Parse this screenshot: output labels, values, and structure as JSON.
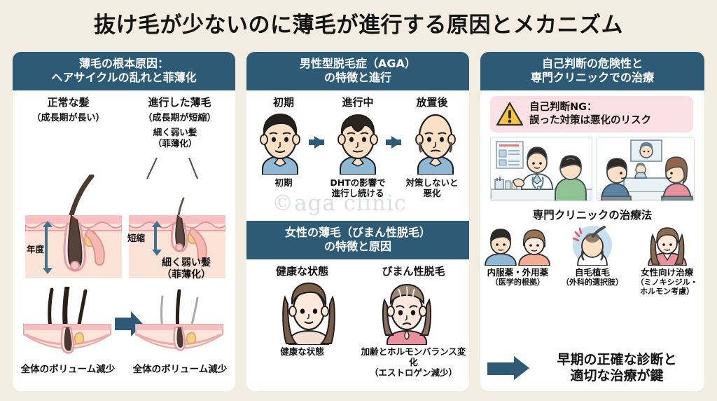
{
  "title": "抜け毛が少ないのに薄毛が進行する原因とメカニズム",
  "watermark": "©aga clinic",
  "colors": {
    "background": "#f2ede0",
    "panel": "#ffffff",
    "header": "#2d5b75",
    "accent_arrow": "#2d5b75",
    "warning_box": "#fbe0e6",
    "warning_icon": "#f5c542",
    "skin": "#fbe3d8",
    "epidermis": "#f7bfc2"
  },
  "panels": {
    "left": {
      "header": "薄毛の根本原因：\nヘアサイクルの乱れと菲薄化",
      "header_line1": "薄毛の根本原因：",
      "header_line2": "ヘアサイクルの乱れと菲薄化",
      "columns": [
        {
          "title": "正常な髪",
          "sub": "（成長期が長い）"
        },
        {
          "title": "進行した薄毛",
          "sub": "（成長期が短縮）"
        }
      ],
      "thin_note_line1": "細く弱い髪",
      "thin_note_line2": "（菲薄化）",
      "measure_normal": "年度",
      "measure_short": "短縮",
      "thin_caption_line1": "細く弱い髪",
      "thin_caption_line2": "（菲薄化）",
      "volume_left": "全体のボリューム減少",
      "volume_right": "全体のボリューム減少"
    },
    "middle": {
      "header_line1": "男性型脱毛症（AGA）",
      "header_line2": "の特徴と進行",
      "stages": [
        {
          "label": "初期",
          "caption": "初期"
        },
        {
          "label": "進行中",
          "caption": "DHTの影響で\n進行し続ける",
          "caption_l1": "DHTの影響で",
          "caption_l2": "進行し続ける"
        },
        {
          "label": "放置後",
          "caption": "対策しないと\n悪化",
          "caption_l1": "対策しないと",
          "caption_l2": "悪化"
        }
      ],
      "female_header_line1": "女性の薄毛（びまん性脱毛）",
      "female_header_line2": "の特徴と原因",
      "female": [
        {
          "label": "健康な状態",
          "caption_l1": "健康な状態",
          "caption_l2": ""
        },
        {
          "label": "びまん性脱毛",
          "caption_l1": "加齢とホルモンバランス変化",
          "caption_l2": "（エストロゲン減少）"
        }
      ]
    },
    "right": {
      "header_line1": "自己判断の危険性と",
      "header_line2": "専門クリニックでの治療",
      "warning_line1": "自己判断NG：",
      "warning_line2": "誤った対策は悪化のリスク",
      "treatment_title": "専門クリニックの治療法",
      "treatments": [
        {
          "name": "内服薬・外用薬",
          "sub": "（医学的根拠）"
        },
        {
          "name": "自毛植毛",
          "sub": "（外科的選択肢）"
        },
        {
          "name": "女性向け治療",
          "sub": "（ミノキシジル・\nホルモン考慮）",
          "sub_l1": "（ミノキシジル・",
          "sub_l2": "ホルモン考慮）"
        }
      ],
      "conclusion_line1": "早期の正確な診断と",
      "conclusion_line2": "適切な治療が鍵"
    }
  }
}
